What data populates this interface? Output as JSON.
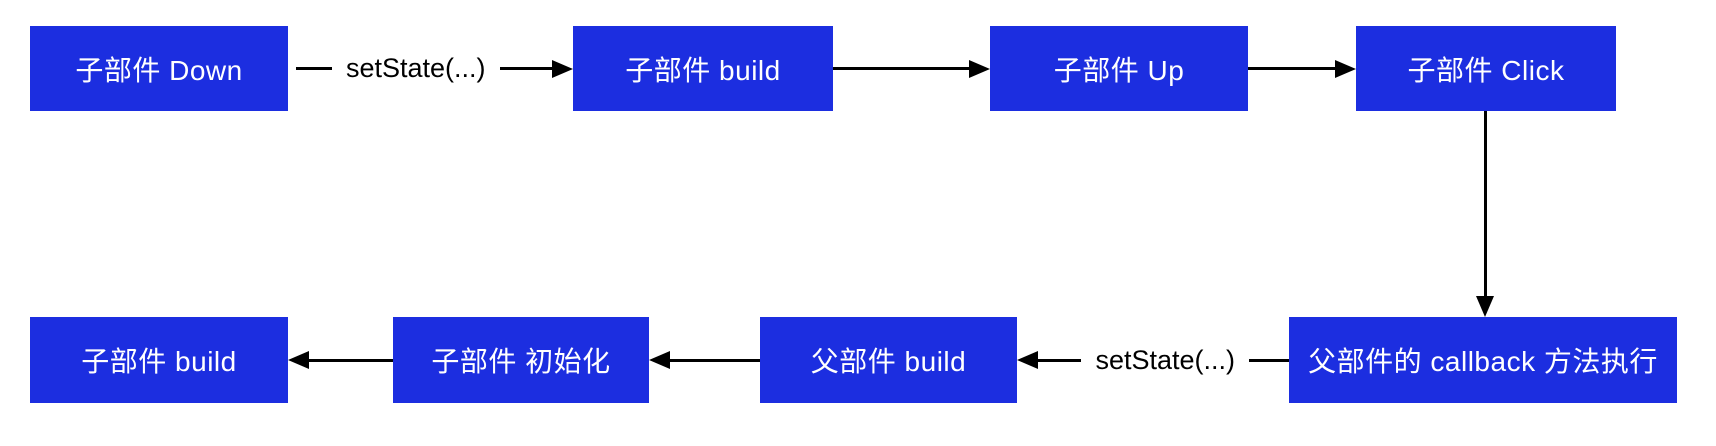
{
  "colors": {
    "background": "#ffffff",
    "node_fill": "#1c2ee0",
    "node_text": "#ffffff",
    "arrow_color": "#000000",
    "label_color": "#000000"
  },
  "diagram": {
    "top_row": {
      "nodes": [
        "子部件 Down",
        "子部件 build",
        "子部件 Up",
        "子部件 Click"
      ],
      "edges": [
        {
          "from": "子部件 Down",
          "to": "子部件 build",
          "label": "setState(...)"
        },
        {
          "from": "子部件 build",
          "to": "子部件 Up",
          "label": ""
        },
        {
          "from": "子部件 Up",
          "to": "子部件 Click",
          "label": ""
        }
      ]
    },
    "connector": {
      "from": "子部件 Click",
      "to": "父部件的 callback 方法执行",
      "label": ""
    },
    "bottom_row": {
      "nodes": [
        "父部件的 callback 方法执行",
        "父部件 build",
        "子部件 初始化",
        "子部件 build"
      ],
      "edges": [
        {
          "from": "父部件的 callback 方法执行",
          "to": "父部件 build",
          "label": "setState(...)"
        },
        {
          "from": "父部件 build",
          "to": "子部件 初始化",
          "label": ""
        },
        {
          "from": "子部件 初始化",
          "to": "子部件 build",
          "label": ""
        }
      ]
    }
  }
}
